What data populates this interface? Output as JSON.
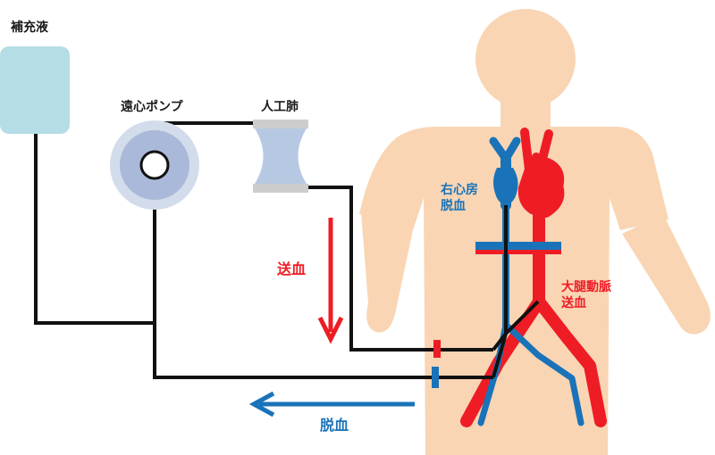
{
  "labels": {
    "replacement_fluid": "補充液",
    "centrifugal_pump": "遠心ポンプ",
    "artificial_lung": "人工肺",
    "right_atrium_drain_line1": "右心房",
    "right_atrium_drain_line2": "脱血",
    "femoral_artery_line1": "大腿動脈",
    "femoral_artery_line2": "送血",
    "arterial_flow": "送血",
    "venous_flow": "脱血"
  },
  "colors": {
    "arterial": "#ee1c25",
    "venous": "#1a73b8",
    "tubing": "#111111",
    "skin": "#f9d5b4",
    "fluid_bag": "#b4dde6",
    "pump_outer": "#d3dceb",
    "pump_inner": "#aab9d9",
    "lung_body": "#b7c9e2",
    "lung_cap": "#cdcdcd"
  },
  "icons": {
    "fluid_bag": "iv-bag-icon",
    "pump": "centrifugal-pump-icon",
    "oxygenator": "oxygenator-icon",
    "body": "human-body-silhouette"
  }
}
